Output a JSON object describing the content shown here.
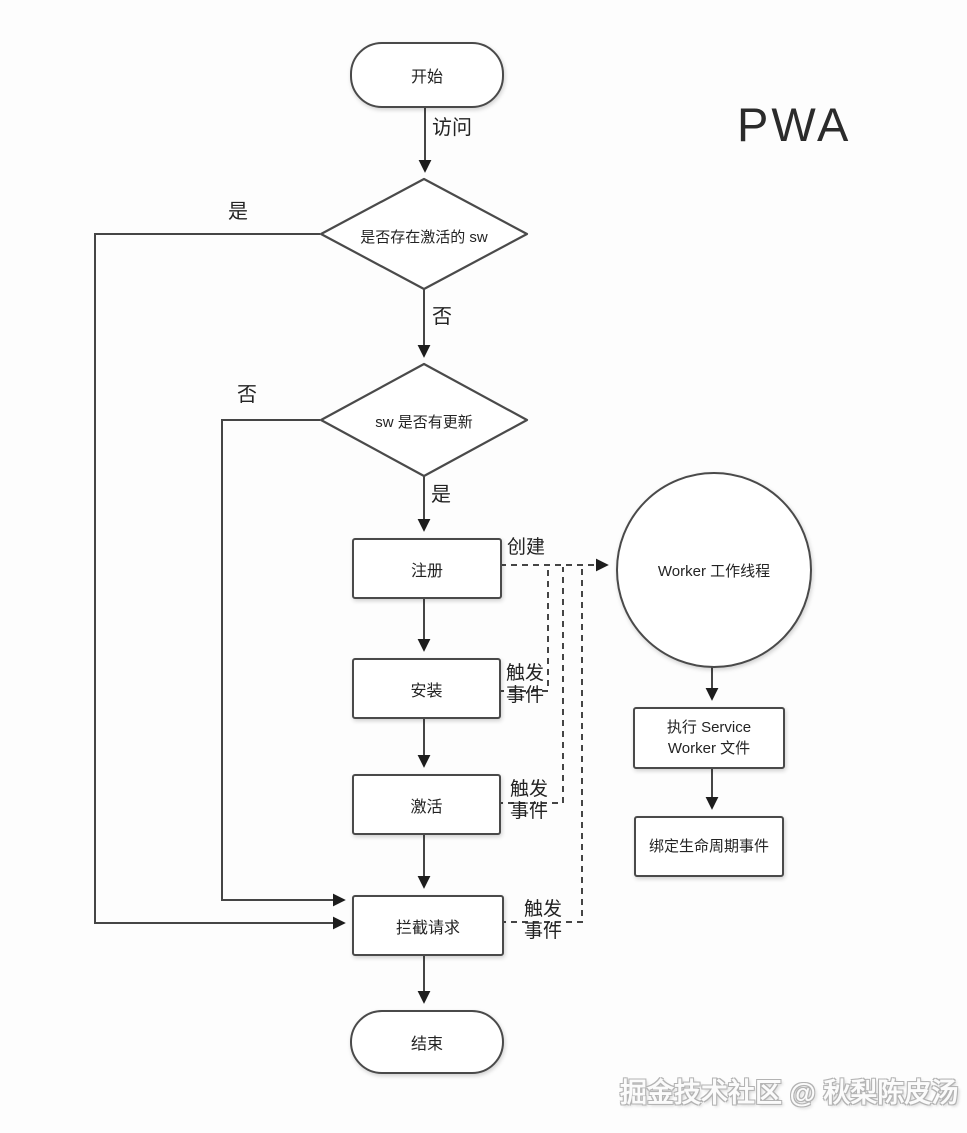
{
  "title": "PWA",
  "watermark": "掘金技术社区 @ 秋梨陈皮汤",
  "colors": {
    "background": "#fdfdfd",
    "line": "#454545",
    "node_border": "#4a4a4a",
    "node_fill": "#ffffff",
    "text": "#232323"
  },
  "nodes": {
    "start": {
      "type": "terminator",
      "label": "开始"
    },
    "check_active_sw": {
      "type": "decision",
      "label": "是否存在激活的 sw"
    },
    "check_sw_update": {
      "type": "decision",
      "label": "sw 是否有更新"
    },
    "register": {
      "type": "process",
      "label": "注册"
    },
    "install": {
      "type": "process",
      "label": "安装"
    },
    "activate": {
      "type": "process",
      "label": "激活"
    },
    "intercept": {
      "type": "process",
      "label": "拦截请求"
    },
    "end": {
      "type": "terminator",
      "label": "结束"
    },
    "worker_thread": {
      "type": "circle",
      "label": "Worker 工作线程"
    },
    "exec_sw_file": {
      "type": "process",
      "label": "执行 Service Worker 文件"
    },
    "bind_lifecycle": {
      "type": "process",
      "label": "绑定生命周期事件"
    }
  },
  "edge_labels": {
    "visit": "访问",
    "yes_from_active_check": "是",
    "no_from_active_check": "否",
    "no_from_update_check": "否",
    "yes_from_update_check": "是",
    "create": "创建",
    "trigger_line1": "触发",
    "trigger_line2": "事件"
  }
}
